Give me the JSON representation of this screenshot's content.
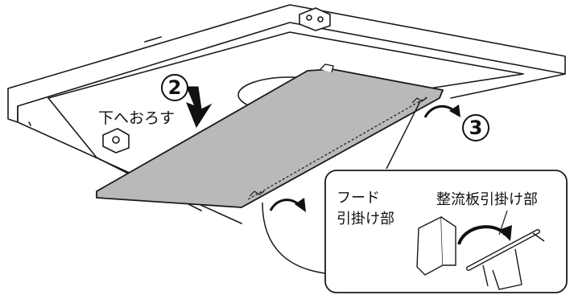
{
  "steps": {
    "step2": {
      "number": "2",
      "caption": "下へおろす"
    },
    "step3": {
      "number": "3"
    }
  },
  "callout": {
    "hood_label_line1": "フード",
    "hood_label_line2": "引掛け部",
    "baffle_label": "整流板引掛け部"
  },
  "colors": {
    "panel_fill": "#b9b9b9",
    "outline": "#1a1a1a",
    "background": "#ffffff"
  }
}
